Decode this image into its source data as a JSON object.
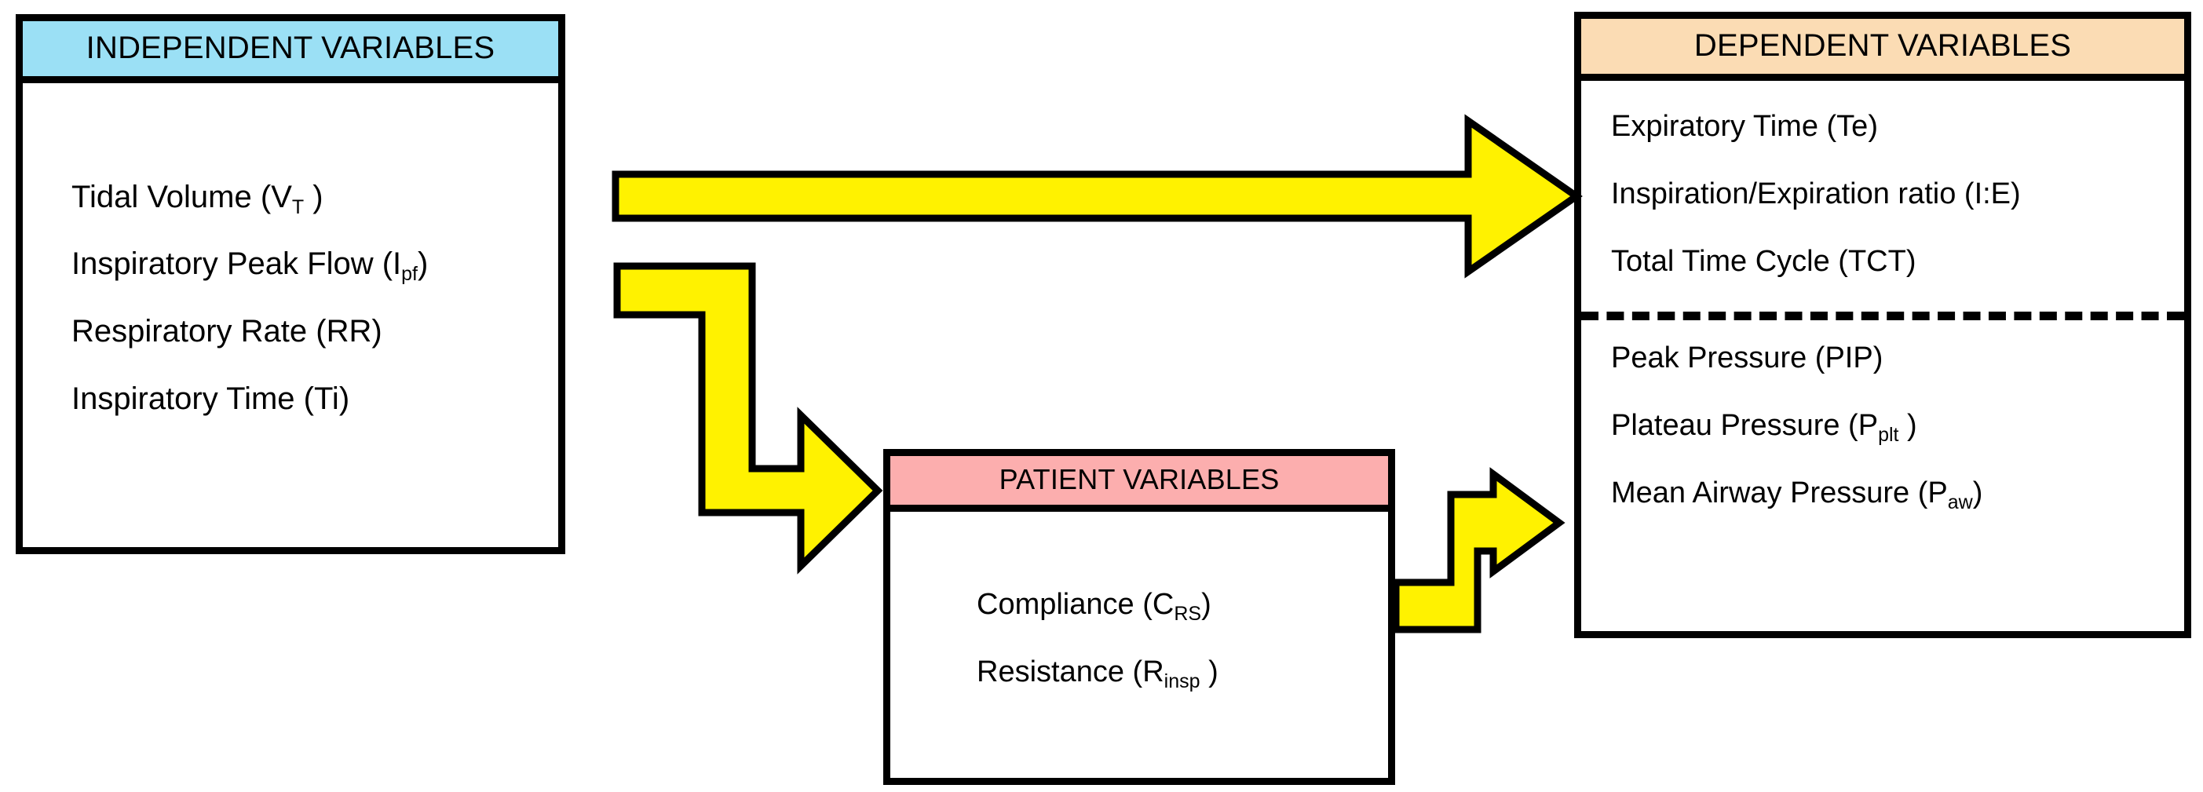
{
  "diagram": {
    "title": "Ventilator independent, patient and dependent variables relationship diagram",
    "colors": {
      "independent_header": "#9BE0F5",
      "dependent_header": "#FBDCB4",
      "patient_header": "#FCAEAE",
      "arrow_fill": "#FFF200",
      "outline": "#000000",
      "background": "#FFFFFF"
    }
  },
  "independent": {
    "header": "INDEPENDENT VARIABLES",
    "items": [
      {
        "name": "Tidal Volume",
        "symbol": "V",
        "subscript": "T",
        "trailing_space": true
      },
      {
        "name": "Inspiratory Peak Flow",
        "symbol": "I",
        "subscript": "pf",
        "trailing_space": false
      },
      {
        "name": "Respiratory Rate",
        "symbol": "RR",
        "subscript": "",
        "trailing_space": false
      },
      {
        "name": "Inspiratory Time",
        "symbol": "Ti",
        "subscript": "",
        "trailing_space": false
      }
    ]
  },
  "patient": {
    "header": "PATIENT VARIABLES",
    "items": [
      {
        "name": "Compliance",
        "symbol": "C",
        "subscript": "RS",
        "trailing_space": false
      },
      {
        "name": "Resistance",
        "symbol": "R",
        "subscript": "insp",
        "trailing_space": true
      }
    ]
  },
  "dependent": {
    "header": "DEPENDENT VARIABLES",
    "divider": "dashed",
    "items": [
      {
        "name": "Expiratory Time",
        "symbol": "Te",
        "subscript": "",
        "trailing_space": false
      },
      {
        "name": "Inspiration/Expiration ratio",
        "symbol": "I:E",
        "subscript": "",
        "trailing_space": false
      },
      {
        "name": "Total Time Cycle",
        "symbol": "TCT",
        "subscript": "",
        "trailing_space": false
      },
      {
        "name": "Peak Pressure",
        "symbol": "PIP",
        "subscript": "",
        "trailing_space": false
      },
      {
        "name": "Plateau Pressure ",
        "symbol": "P",
        "subscript": "plt",
        "trailing_space": true
      },
      {
        "name": "Mean Airway Pressure",
        "symbol": "P",
        "subscript": "aw",
        "trailing_space": false
      }
    ]
  },
  "arrows": [
    {
      "id": "arrow-top",
      "from": "independent",
      "to": "dependent",
      "shape": "straight-right"
    },
    {
      "id": "arrow-to-patient",
      "from": "independent",
      "to": "patient",
      "shape": "elbow-down-right"
    },
    {
      "id": "arrow-to-dependent",
      "from": "patient",
      "to": "dependent",
      "shape": "elbow-up-right"
    }
  ]
}
